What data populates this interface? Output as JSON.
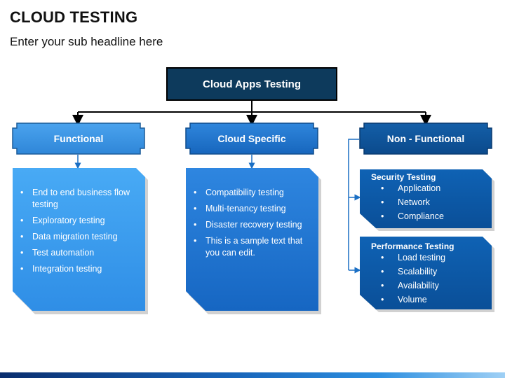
{
  "title": "CLOUD TESTING",
  "subtitle": "Enter your sub headline here",
  "root": "Cloud Apps Testing",
  "columns": {
    "functional": {
      "label": "Functional",
      "items": [
        "End to end business flow testing",
        "Exploratory testing",
        "Data migration testing",
        "Test automation",
        "Integration testing"
      ]
    },
    "cloud_specific": {
      "label": "Cloud Specific",
      "items": [
        "Compatibility testing",
        "Multi-tenancy testing",
        "Disaster recovery testing",
        "This is a sample text that you can edit."
      ]
    },
    "non_functional": {
      "label": "Non - Functional",
      "security": {
        "title": "Security Testing",
        "items": [
          "Application",
          "Network",
          "Compliance"
        ]
      },
      "performance": {
        "title": "Performance Testing",
        "items": [
          "Load testing",
          "Scalability",
          "Availability",
          "Volume"
        ]
      }
    }
  },
  "colors": {
    "dark_navy": "#0d3a5c",
    "light_blue": "#2f8ee6",
    "mid_blue": "#1a6fc4",
    "dark_blue": "#0b5aa8"
  }
}
